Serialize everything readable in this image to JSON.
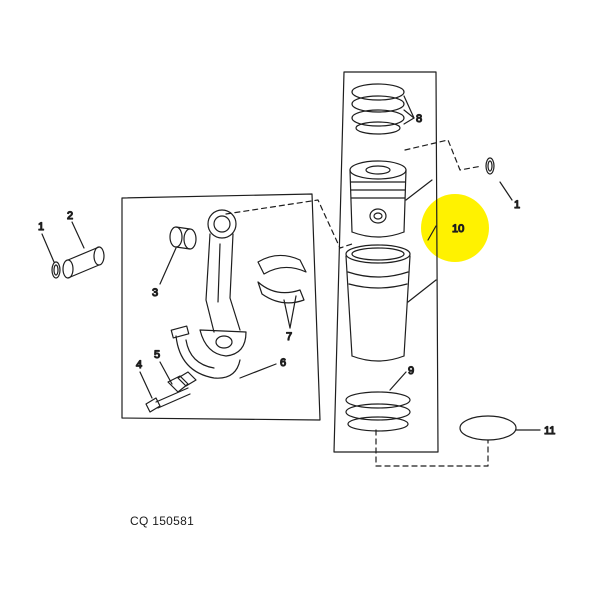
{
  "figure_id": "CQ 150581",
  "highlight_color": "#fff200",
  "callouts": [
    {
      "key": "c1_left",
      "text": "1"
    },
    {
      "key": "c2",
      "text": "2"
    },
    {
      "key": "c3",
      "text": "3"
    },
    {
      "key": "c4",
      "text": "4"
    },
    {
      "key": "c5",
      "text": "5"
    },
    {
      "key": "c6",
      "text": "6"
    },
    {
      "key": "c7",
      "text": "7"
    },
    {
      "key": "c8",
      "text": "8"
    },
    {
      "key": "c1_right",
      "text": "1"
    },
    {
      "key": "c10",
      "text": "10"
    },
    {
      "key": "c9",
      "text": "9"
    },
    {
      "key": "c11",
      "text": "11"
    }
  ],
  "parts": [
    {
      "id": "snap-ring",
      "icon": "snap-ring-icon"
    },
    {
      "id": "piston-pin",
      "icon": "piston-pin-icon"
    },
    {
      "id": "pin-bushing",
      "icon": "bushing-icon"
    },
    {
      "id": "rod-cap-bolt",
      "icon": "bolt-icon"
    },
    {
      "id": "rod-bolt-nut",
      "icon": "nut-icon"
    },
    {
      "id": "connecting-rod",
      "icon": "connecting-rod-icon"
    },
    {
      "id": "rod-bearing-inserts",
      "icon": "bearing-insert-icon"
    },
    {
      "id": "piston-rings",
      "icon": "piston-rings-icon"
    },
    {
      "id": "piston",
      "icon": "piston-icon"
    },
    {
      "id": "cylinder-liner",
      "icon": "cylinder-liner-icon"
    },
    {
      "id": "packing-rings",
      "icon": "packing-ring-icon"
    },
    {
      "id": "o-ring",
      "icon": "o-ring-icon"
    }
  ]
}
